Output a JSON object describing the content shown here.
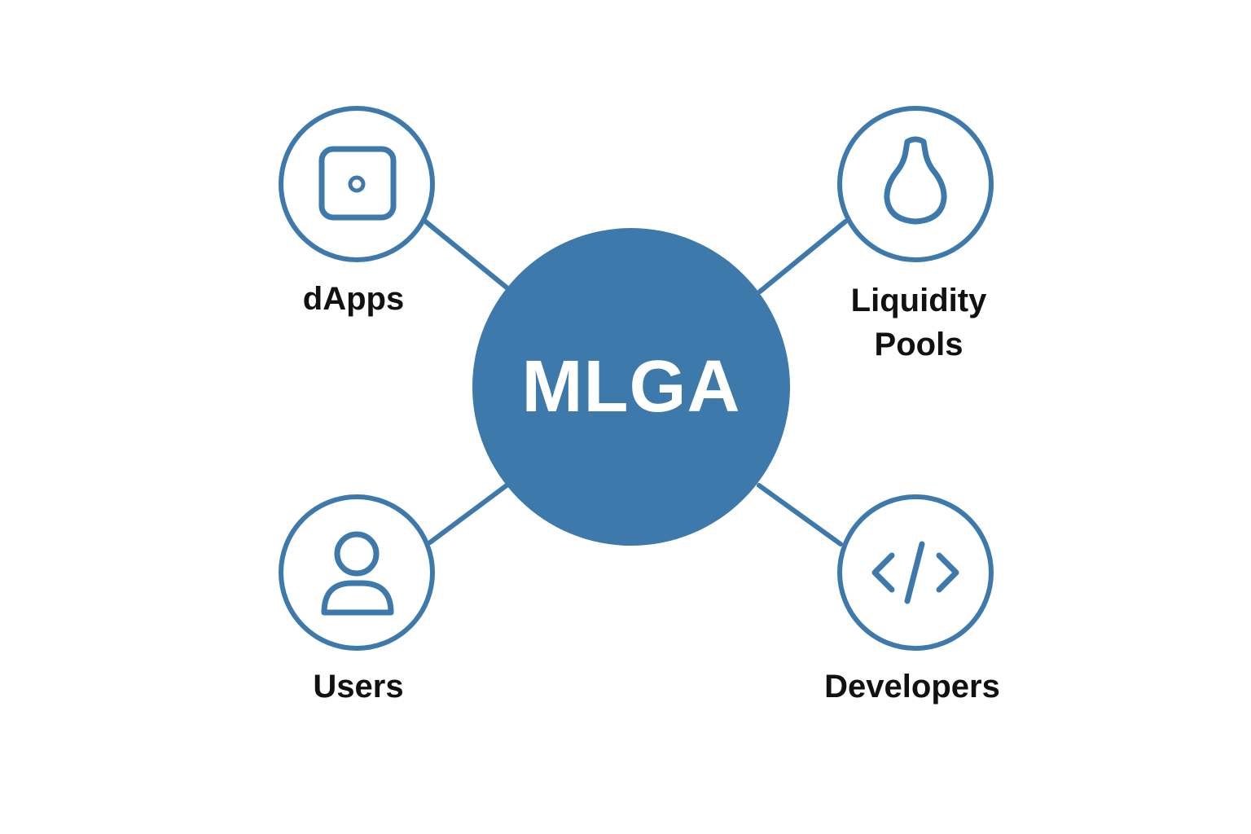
{
  "diagram": {
    "center": {
      "title": "MLGA"
    },
    "nodes": [
      {
        "id": "dapps",
        "label_lines": [
          "dApps"
        ],
        "icon": "app-square-icon"
      },
      {
        "id": "liquidity-pools",
        "label_lines": [
          "Liquidity",
          "Pools"
        ],
        "icon": "droplet-icon"
      },
      {
        "id": "users",
        "label_lines": [
          "Users"
        ],
        "icon": "user-icon"
      },
      {
        "id": "developers",
        "label_lines": [
          "Developers"
        ],
        "icon": "code-icon"
      }
    ]
  },
  "colors": {
    "accent": "#3d79ab",
    "text": "#111111",
    "background": "#ffffff",
    "center_text": "#ffffff"
  }
}
